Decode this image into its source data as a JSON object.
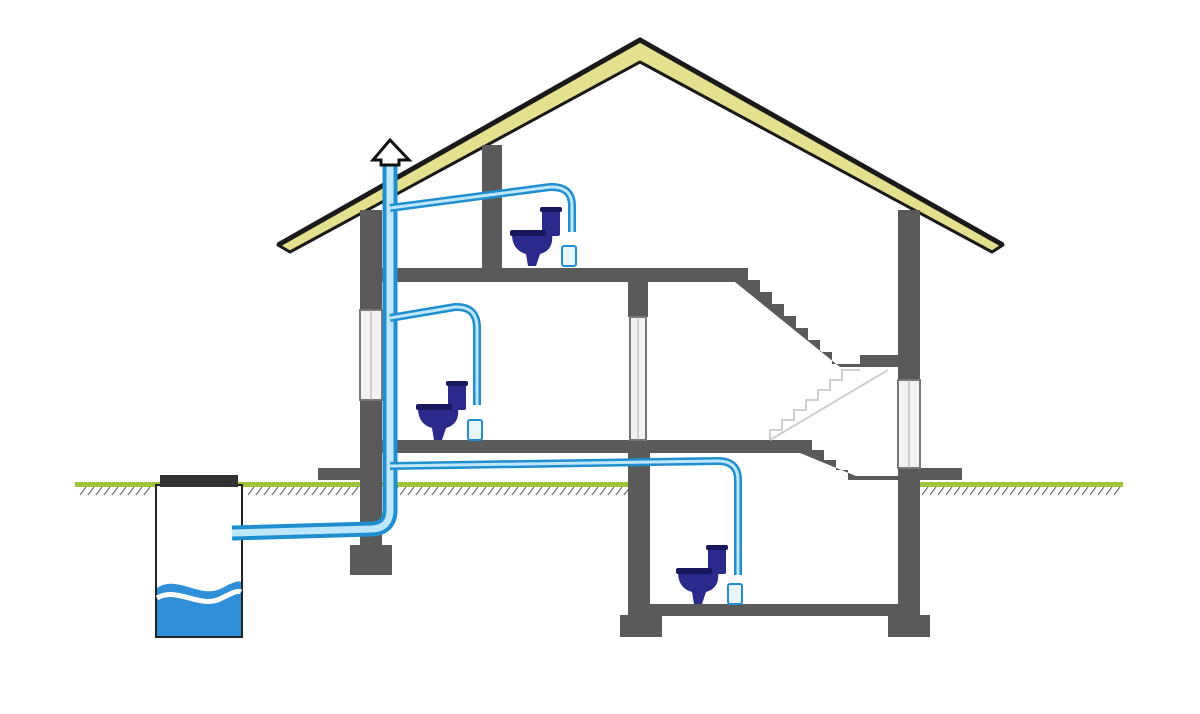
{
  "diagram": {
    "subject": "house-sewage-pumping-system",
    "colors": {
      "background": "#ffffff",
      "wall": "#5a5a5a",
      "roof_fill": "#e4e08e",
      "roof_edge": "#1a1a1a",
      "ground": "#9ec43a",
      "soil_hatch": "#555555",
      "pipe_dark": "#1f8fd0",
      "pipe_light": "#bfe6fb",
      "toilet": "#2a2a8c",
      "toilet_dark": "#17175e",
      "pump_box": "#e8f6fc",
      "tank_water": "#2f8fd8",
      "tank_body": "#ffffff",
      "tank_outline": "#222222",
      "window_glass": "#f2f2f2"
    },
    "icons": [
      "toilet-icon",
      "macerator-pump-icon",
      "vent-arrow-icon",
      "septic-tank-icon"
    ],
    "floors": [
      "attic",
      "ground-floor",
      "basement"
    ],
    "toilet_count": 3
  }
}
